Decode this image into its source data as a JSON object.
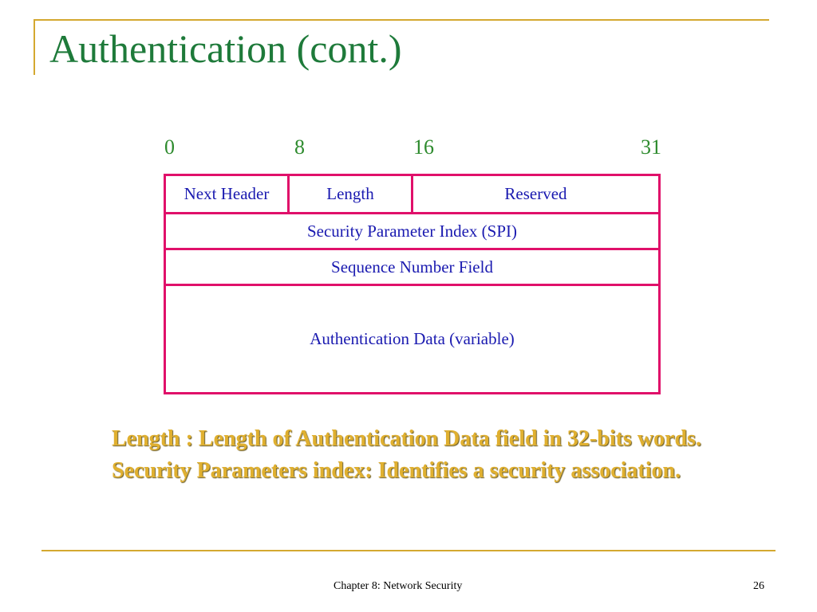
{
  "slide": {
    "title": "Authentication (cont.)",
    "footer": "Chapter 8: Network Security",
    "page_number": "26"
  },
  "diagram": {
    "bit_labels": [
      "0",
      "8",
      "16",
      "31"
    ],
    "rows": [
      {
        "fields": [
          "Next Header",
          "Length",
          "Reserved"
        ]
      },
      {
        "fields": [
          "Security Parameter Index (SPI)"
        ]
      },
      {
        "fields": [
          "Sequence Number Field"
        ]
      },
      {
        "fields": [
          "Authentication Data (variable)"
        ]
      }
    ]
  },
  "notes": [
    "Length : Length of Authentication Data field in 32-bits words.",
    "Security Parameters index: Identifies a security association."
  ],
  "colors": {
    "frame": "#D4A830",
    "title": "#1E7A3A",
    "bit_labels": "#2E8B2E",
    "field_border": "#E0106A",
    "field_text": "#1A1AB0",
    "notes": "#E0B030"
  }
}
